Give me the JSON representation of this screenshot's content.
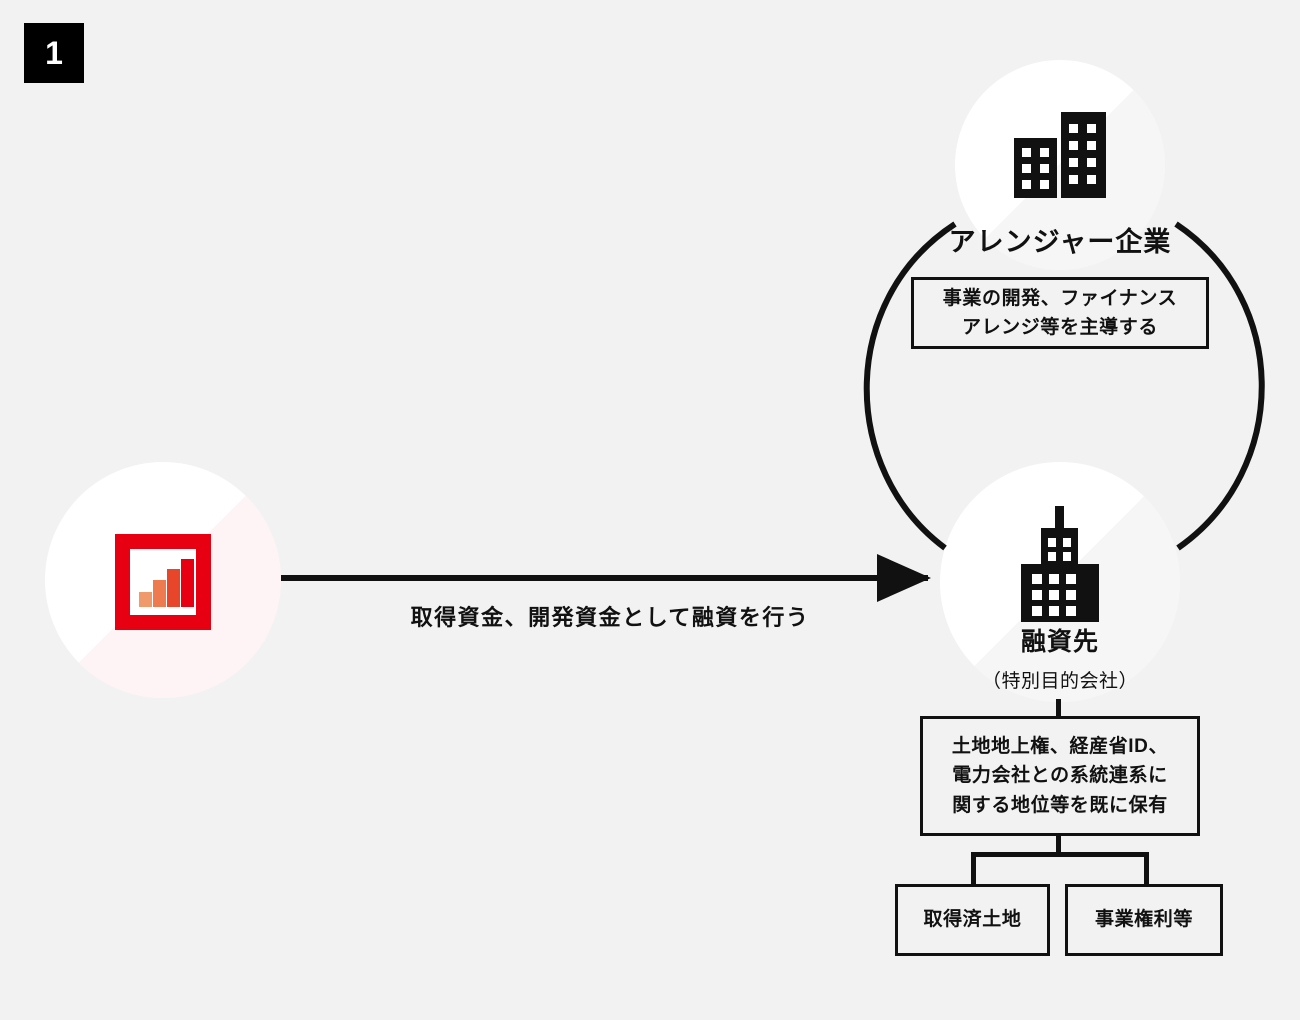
{
  "step": {
    "badge_number": "1"
  },
  "background_color": "#f2f2f2",
  "accent_color": "#e60012",
  "nodes": {
    "lender": {
      "icon": "bar-chart-logo-icon",
      "bar_colors": [
        "#f0996b",
        "#ee7b4f",
        "#e8462a",
        "#e60012"
      ],
      "frame_color": "#e60012"
    },
    "arranger": {
      "icon": "office-buildings-icon",
      "label": "アレンジャー企業",
      "note_lines": [
        "事業の開発、ファイナンス",
        "アレンジ等を主導する"
      ]
    },
    "borrower": {
      "icon": "skyscraper-icon",
      "label": "融資先",
      "sublabel": "（特別目的会社）",
      "assets_lines": [
        "土地地上権、経産省ID、",
        "電力会社との系統連系に",
        "関する地位等を既に保有"
      ],
      "children": [
        {
          "label": "取得済土地"
        },
        {
          "label": "事業権利等"
        }
      ]
    }
  },
  "connections": {
    "loan_arrow": {
      "caption": "取得資金、開発資金として融資を行う",
      "direction": "left-to-right"
    },
    "arranger_borrower_link": {
      "style": "double-arc-lens"
    }
  }
}
